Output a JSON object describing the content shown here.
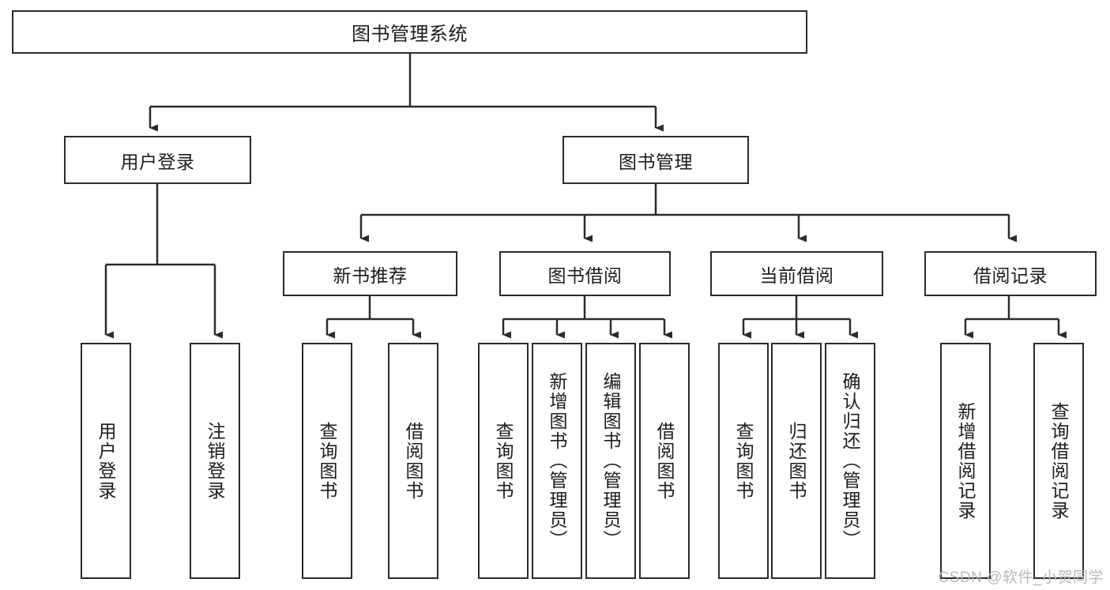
{
  "diagram": {
    "type": "tree",
    "title": "图书管理系统",
    "root": {
      "label": "图书管理系统"
    },
    "level1": [
      {
        "label": "用户登录"
      },
      {
        "label": "图书管理"
      }
    ],
    "level2": [
      {
        "label": "新书推荐",
        "parent": "图书管理"
      },
      {
        "label": "图书借阅",
        "parent": "图书管理"
      },
      {
        "label": "当前借阅",
        "parent": "图书管理"
      },
      {
        "label": "借阅记录",
        "parent": "图书管理"
      }
    ],
    "leaves": {
      "user_login": [
        {
          "label": "用户登录"
        },
        {
          "label": "注销登录"
        }
      ],
      "new_book_recommend": [
        {
          "label": "查询图书"
        },
        {
          "label": "借阅图书"
        }
      ],
      "book_borrow": [
        {
          "label": "查询图书"
        },
        {
          "label": "新增图书（管理员）"
        },
        {
          "label": "编辑图书（管理员）"
        },
        {
          "label": "借阅图书"
        }
      ],
      "current_borrow": [
        {
          "label": "查询图书"
        },
        {
          "label": "归还图书"
        },
        {
          "label": "确认归还（管理员）"
        }
      ],
      "borrow_record": [
        {
          "label": "新增借阅记录"
        },
        {
          "label": "查询借阅记录"
        }
      ]
    }
  },
  "watermark": {
    "text": "CSDN @软件_小贺同学"
  },
  "colors": {
    "stroke": "#2b2b2b",
    "background": "#ffffff",
    "text": "#1c1c1c",
    "watermark": "#b9b9b9"
  }
}
